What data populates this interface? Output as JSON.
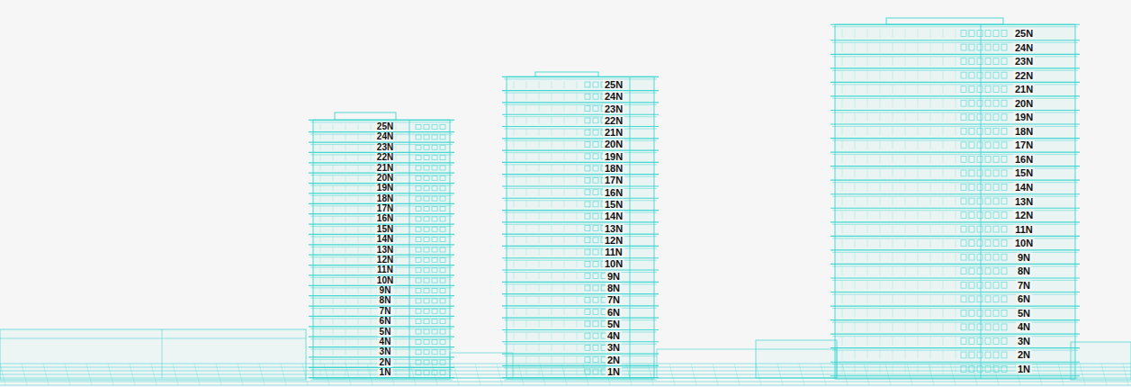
{
  "diagram": {
    "labels": [
      "25N",
      "24N",
      "23N",
      "22N",
      "21N",
      "20N",
      "19N",
      "18N",
      "17N",
      "16N",
      "15N",
      "14N",
      "13N",
      "12N",
      "11N",
      "10N",
      "9N",
      "8N",
      "7N",
      "6N",
      "5N",
      "4N",
      "3N",
      "2N",
      "1N",
      "25N",
      "24N",
      "23N",
      "22N",
      "21N",
      "20N",
      "19N",
      "18N",
      "17N",
      "16N",
      "15N",
      "14N",
      "13N",
      "12N",
      "11N",
      "10N",
      "9N",
      "8N",
      "7N",
      "6N",
      "5N",
      "4N",
      "3N",
      "2N",
      "1N",
      "25N",
      "24N",
      "23N",
      "22N",
      "21N",
      "20N",
      "19N",
      "18N",
      "17N",
      "16N",
      "15N",
      "14N",
      "13N",
      "12N",
      "11N",
      "10N",
      "9N",
      "8N",
      "7N",
      "6N",
      "5N",
      "4N",
      "3N",
      "2N",
      "1N"
    ]
  }
}
